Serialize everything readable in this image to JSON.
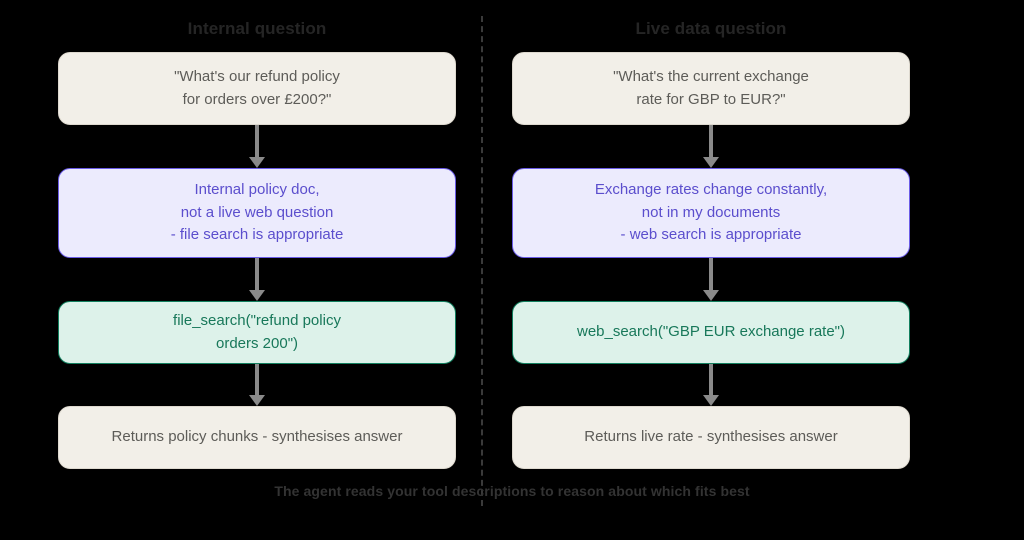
{
  "background_color": "#000000",
  "divider": {
    "style": "dashed",
    "color": "#3a3a3a"
  },
  "caption": "The agent reads your tool descriptions to reason about which fits best",
  "columns": [
    {
      "id": "internal",
      "header": "Internal question",
      "nodes": {
        "question": {
          "kind": "cream",
          "lines": [
            "\"What's our refund policy",
            "for orders over £200?\""
          ]
        },
        "reason": {
          "kind": "purple",
          "lines": [
            "Internal policy doc,",
            "not a live web question",
            "- file search is appropriate"
          ]
        },
        "tool": {
          "kind": "green",
          "lines": [
            "file_search(\"refund policy",
            "orders 200\")"
          ]
        },
        "result": {
          "kind": "cream",
          "lines": [
            "Returns policy chunks - synthesises answer"
          ]
        }
      }
    },
    {
      "id": "live-data",
      "header": "Live data question",
      "nodes": {
        "question": {
          "kind": "cream",
          "lines": [
            "\"What's the current exchange",
            "rate for GBP to EUR?\""
          ]
        },
        "reason": {
          "kind": "purple",
          "lines": [
            "Exchange rates change constantly,",
            "not in my documents",
            "- web search is appropriate"
          ]
        },
        "tool": {
          "kind": "green",
          "lines": [
            "web_search(\"GBP EUR exchange rate\")"
          ]
        },
        "result": {
          "kind": "cream",
          "lines": [
            "Returns live rate - synthesises answer"
          ]
        }
      }
    }
  ],
  "palette": {
    "cream_fill": "#f2efe8",
    "cream_border": "#ded9cf",
    "cream_text": "#5d5c58",
    "purple_fill": "#ecebfd",
    "purple_border": "#6b5ce7",
    "purple_text": "#5b4ecd",
    "green_fill": "#ddf2ea",
    "green_border": "#12805f",
    "green_text": "#18785a",
    "arrow": "#8a8a8a",
    "header_text": "#252525",
    "caption_text": "#333333"
  }
}
